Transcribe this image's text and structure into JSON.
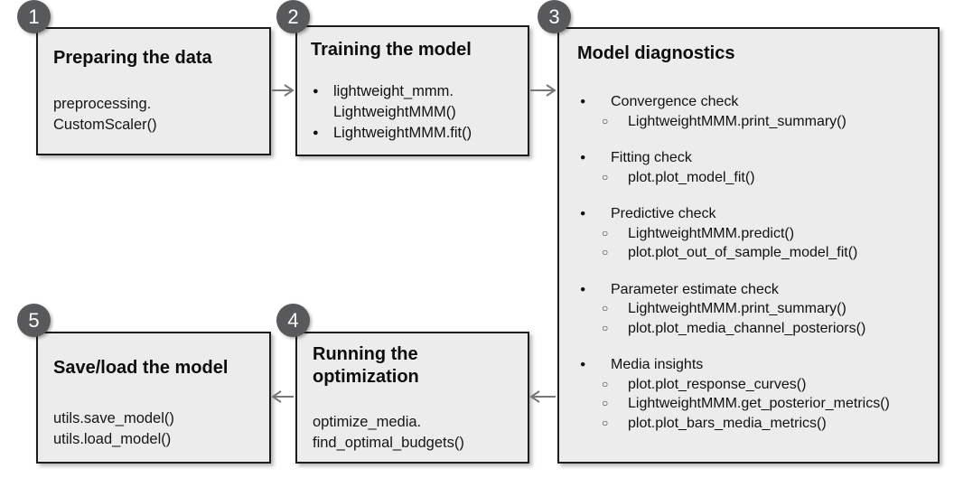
{
  "diagram": {
    "steps": [
      {
        "number": "1",
        "title": "Preparing the data",
        "body": "preprocessing.\nCustomScaler()"
      },
      {
        "number": "2",
        "title": "Training the model",
        "bullets": [
          "lightweight_mmm.\nLightweightMMM()",
          "LightweightMMM.fit()"
        ]
      },
      {
        "number": "3",
        "title": "Model diagnostics",
        "groups": [
          {
            "label": "Convergence check",
            "subs": [
              "LightweightMMM.print_summary()"
            ]
          },
          {
            "label": "Fitting check",
            "subs": [
              "plot.plot_model_fit()"
            ]
          },
          {
            "label": "Predictive check",
            "subs": [
              "LightweightMMM.predict()",
              "plot.plot_out_of_sample_model_fit()"
            ]
          },
          {
            "label": "Parameter estimate check",
            "subs": [
              "LightweightMMM.print_summary()",
              "plot.plot_media_channel_posteriors()"
            ]
          },
          {
            "label": "Media insights",
            "subs": [
              "plot.plot_response_curves()",
              "LightweightMMM.get_posterior_metrics()",
              "plot.plot_bars_media_metrics()"
            ]
          }
        ]
      },
      {
        "number": "4",
        "title": "Running the optimization",
        "body": "optimize_media.\nfind_optimal_budgets()"
      },
      {
        "number": "5",
        "title": "Save/load the model",
        "body": "utils.save_model()\nutils.load_model()"
      }
    ],
    "colors": {
      "box_fill": "#ececec",
      "box_border": "#1c1c1c",
      "badge_fill": "#58595b",
      "badge_text": "#ffffff",
      "arrow": "#777777",
      "background": "#ffffff"
    }
  }
}
